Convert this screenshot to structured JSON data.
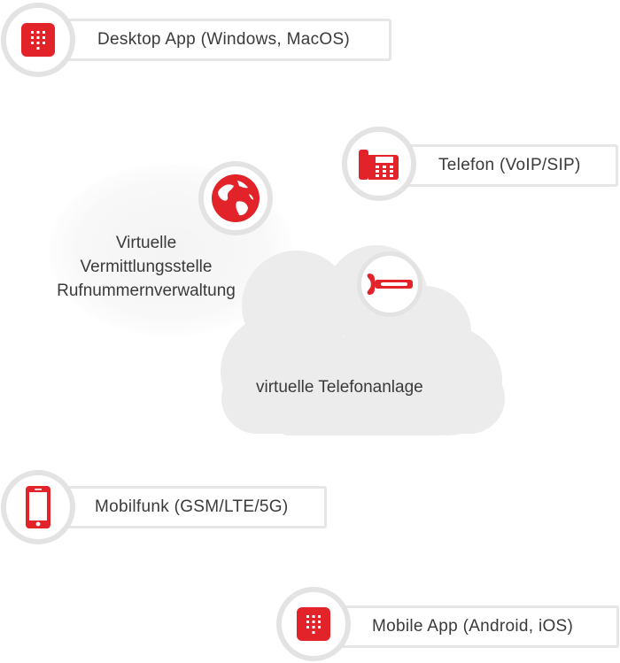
{
  "nodes": {
    "desktop_app": {
      "label": "Desktop App (Windows, MacOS)",
      "icon": "app-keypad-icon"
    },
    "telefon": {
      "label": "Telefon (VoIP/SIP)",
      "icon": "desk-phone-icon"
    },
    "mobilfunk": {
      "label": "Mobilfunk (GSM/LTE/5G)",
      "icon": "smartphone-icon"
    },
    "mobile_app": {
      "label": "Mobile App (Android, iOS)",
      "icon": "app-keypad-icon"
    }
  },
  "center": {
    "virtual_exchange": {
      "line1": "Virtuelle",
      "line2": "Vermittlungsstelle",
      "line3": "Rufnummernverwaltung",
      "icon": "globe-icon"
    },
    "cloud": {
      "label": "virtuelle Telefonanlage",
      "icon": "handset-icon"
    }
  },
  "colors": {
    "accent": "#e2232a",
    "ring": "#e3e3e3",
    "border": "#e6e6e6",
    "cloud": "#ececec",
    "text": "#3a3a3a"
  }
}
